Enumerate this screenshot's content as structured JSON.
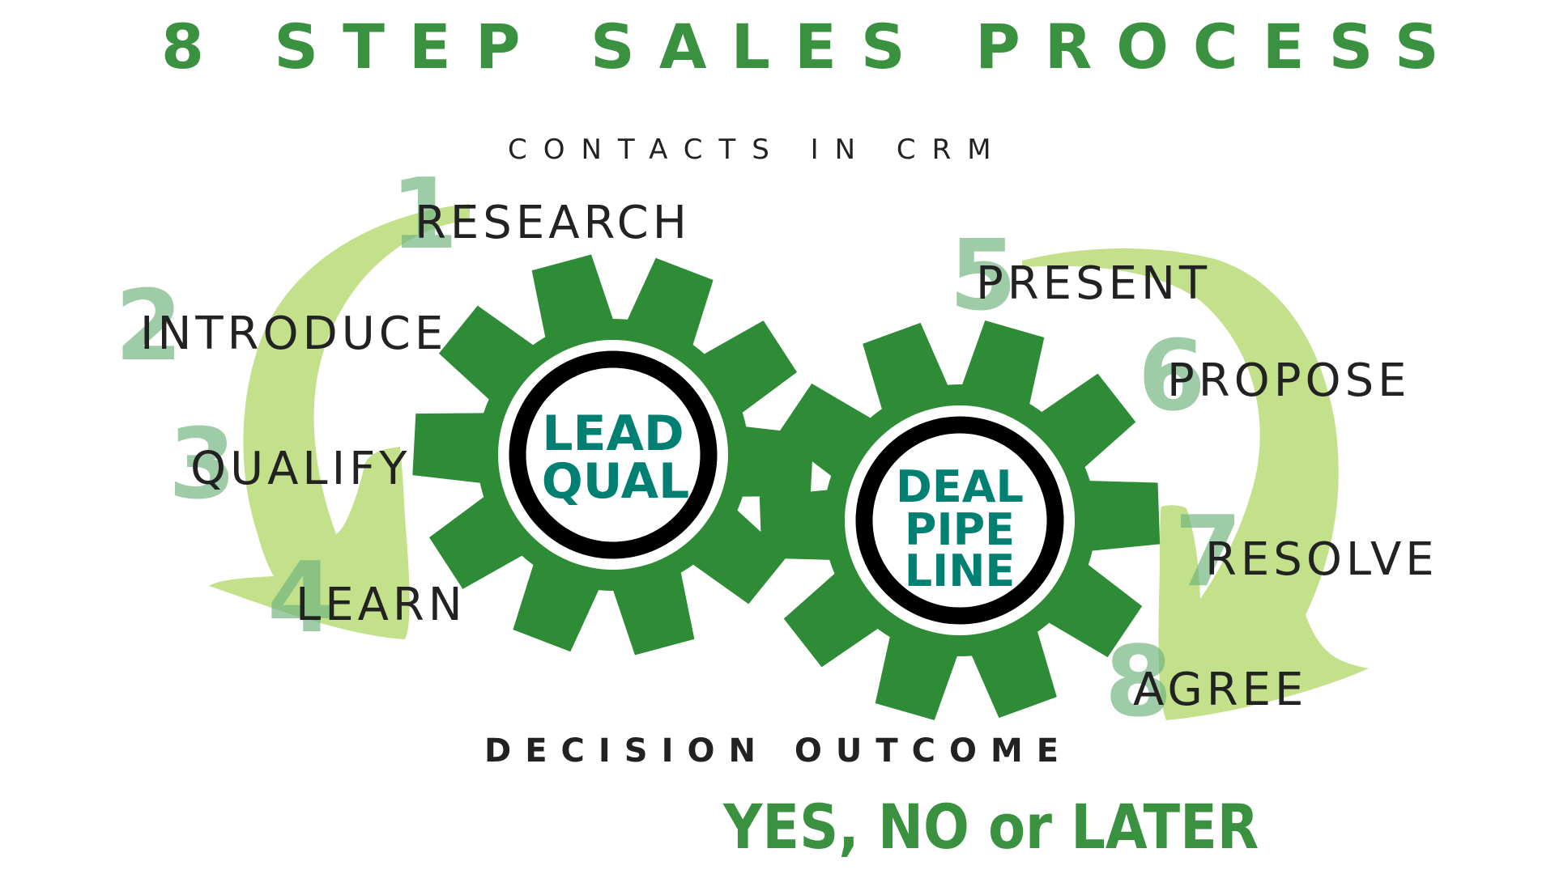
{
  "title": "8 STEP SALES PROCESS",
  "subtitle": "CONTACTS IN CRM",
  "colors": {
    "title_green": "#3a913f",
    "gear_green": "#2e8b36",
    "label_teal": "#008073",
    "arrow_light_green": "#c3e08a",
    "number_green": "#9ccaa0",
    "text_dark": "#222222"
  },
  "steps": [
    {
      "number": "1",
      "label": "RESEARCH"
    },
    {
      "number": "2",
      "label": "INTRODUCE"
    },
    {
      "number": "3",
      "label": "QUALIFY"
    },
    {
      "number": "4",
      "label": "LEARN"
    },
    {
      "number": "5",
      "label": "PRESENT"
    },
    {
      "number": "6",
      "label": "PROPOSE"
    },
    {
      "number": "7",
      "label": "RESOLVE"
    },
    {
      "number": "8",
      "label": "AGREE"
    }
  ],
  "gears": [
    {
      "line1": "LEAD",
      "line2": "QUAL",
      "line3": ""
    },
    {
      "line1": "DEAL",
      "line2": "PIPE",
      "line3": "LINE"
    }
  ],
  "decision": {
    "label": "DECISION OUTCOME",
    "outcome": "YES, NO or LATER"
  }
}
